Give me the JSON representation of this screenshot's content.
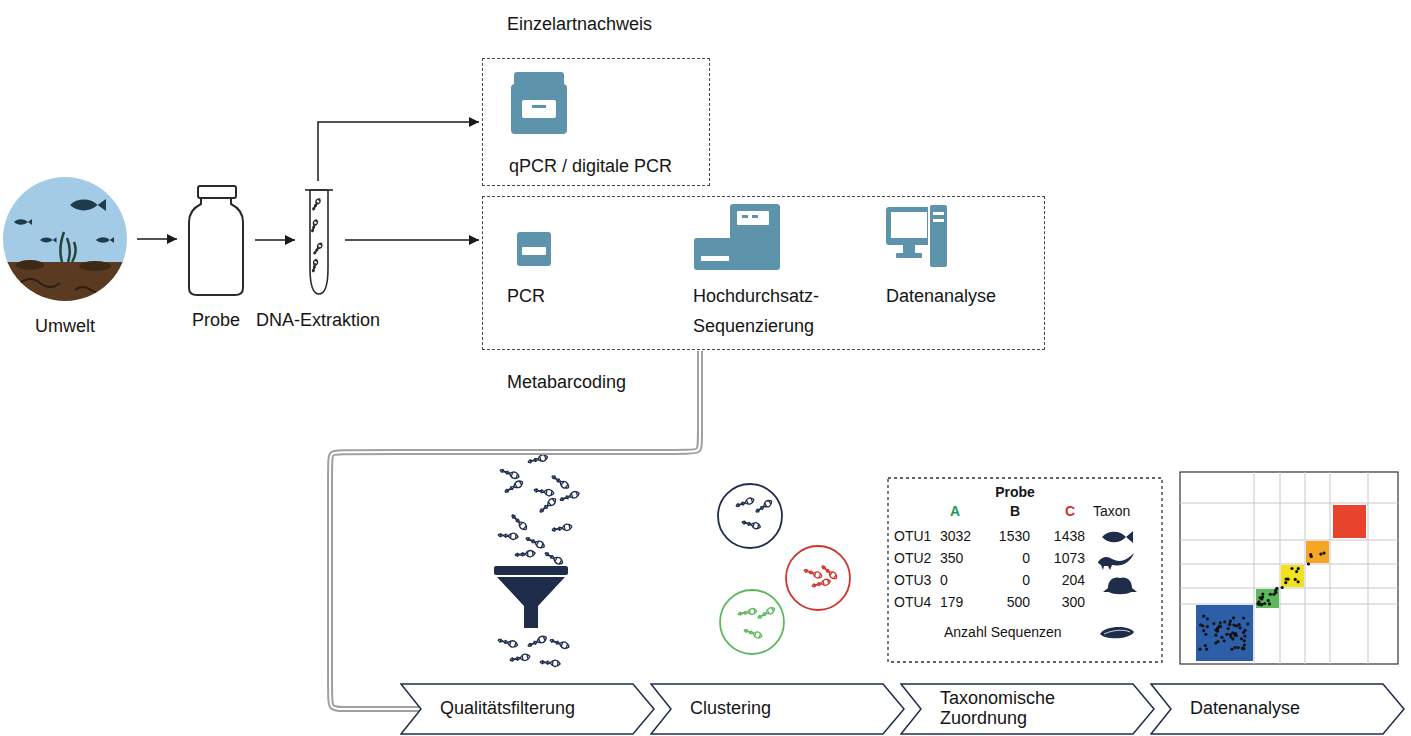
{
  "diagram": {
    "nodes": [
      {
        "text": [
          "Umwelt"
        ]
      },
      {
        "text": [
          "Probe"
        ]
      },
      {
        "text": [
          "DNA-Extraktion"
        ]
      },
      {
        "text": [
          "Einzelartnachweis"
        ]
      },
      {
        "text": [
          "qPCR / digitale PCR"
        ],
        "in": 3
      },
      {
        "text": [
          "Metabarcoding"
        ]
      },
      {
        "text": [
          "PCR"
        ],
        "in": 5
      },
      {
        "text": [
          "Hochdurchsatz-Sequenzierung"
        ],
        "in": 5
      },
      {
        "text": [
          "Datenanalyse"
        ],
        "in": 5
      },
      {
        "text": [
          "Qualitätsfilterung"
        ]
      },
      {
        "text": [
          "Clustering"
        ]
      },
      {
        "text": [
          "Taxonomische Zuordnung"
        ]
      },
      {
        "text": [
          "Datenanalyse"
        ]
      }
    ],
    "edges": [
      {
        "from": 0,
        "to": 1,
        "arrow": "to"
      },
      {
        "from": 1,
        "to": 2,
        "arrow": "to"
      },
      {
        "from": 2,
        "to": 3,
        "arrow": "to"
      },
      {
        "from": 2,
        "to": 5,
        "arrow": "to"
      },
      {
        "from": 5,
        "to": 9,
        "arrow": "none"
      }
    ],
    "labels": [
      "Probe",
      "A",
      "B",
      "C",
      "Taxon",
      "OTU1",
      "3032",
      "1530",
      "1438",
      "OTU2",
      "350",
      "0",
      "1073",
      "OTU3",
      "0",
      "0",
      "204",
      "OTU4",
      "179",
      "500",
      "300",
      "Anzahl Sequenzen"
    ]
  }
}
